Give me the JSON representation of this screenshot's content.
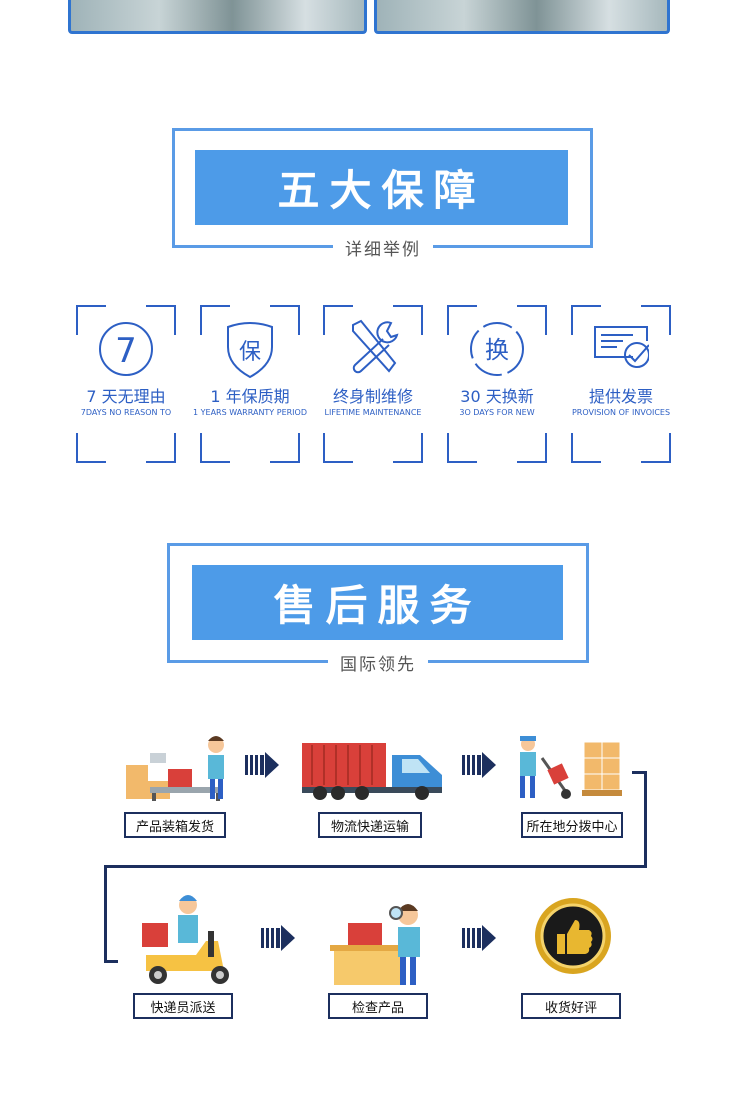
{
  "section1": {
    "title": "五大保障",
    "subtitle": "详细举例"
  },
  "guarantees": [
    {
      "icon": "seven-circle-icon",
      "glyph": "7",
      "zh": "7 天无理由",
      "en": "7DAYS NO REASON TO"
    },
    {
      "icon": "shield-icon",
      "glyph": "保",
      "zh": "1 年保质期",
      "en": "1 YEARS WARRANTY PERIOD"
    },
    {
      "icon": "wrench-screwdriver-icon",
      "glyph": "",
      "zh": "终身制维修",
      "en": "LIFETIME MAINTENANCE"
    },
    {
      "icon": "exchange-circle-icon",
      "glyph": "换",
      "zh": "30 天换新",
      "en": "3O DAYS FOR NEW"
    },
    {
      "icon": "invoice-check-icon",
      "glyph": "",
      "zh": "提供发票",
      "en": "PROVISION OF INVOICES"
    }
  ],
  "section2": {
    "title": "售后服务",
    "subtitle": "国际领先"
  },
  "process": [
    "产品装箱发货",
    "物流快递运输",
    "所在地分拨中心",
    "快递员派送",
    "检查产品",
    "收货好评"
  ],
  "colors": {
    "accent": "#4d9be8",
    "icon": "#2d5fc4",
    "navy": "#1c2f5e"
  }
}
